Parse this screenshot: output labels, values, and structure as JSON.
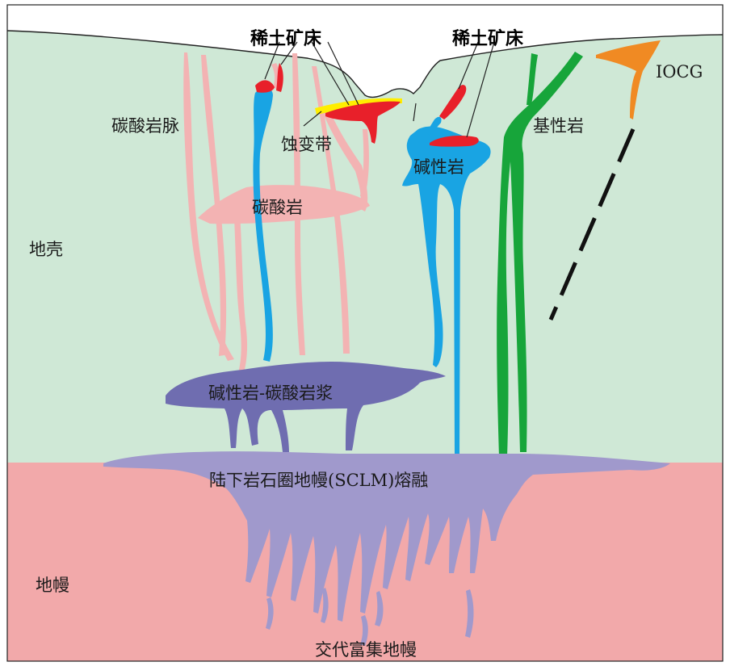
{
  "labels": {
    "carbonatite_vein": "碳酸岩脉",
    "crust": "地壳",
    "mantle": "地幔",
    "ree_deposit_left": "稀土矿床",
    "ree_deposit_right": "稀土矿床",
    "iocg": "IOCG",
    "alteration_zone": "蚀变带",
    "alkaline_rock": "碱性岩",
    "basic_rock": "基性岩",
    "carbonatite": "碳酸岩",
    "alkaline_carbonatite_magma": "碱性岩-碳酸岩浆",
    "sclm_melting": "陆下岩石圈地幔(SCLM)熔融",
    "metasomatized_mantle": "交代富集地幔"
  },
  "colors": {
    "crust": "#cfe8d6",
    "mantle": "#f2a9aa",
    "carbonatite": "#f3b3b3",
    "alkaline": "#19a4e3",
    "basic": "#17a53a",
    "ore": "#e8202a",
    "alteration": "#ffee00",
    "iocg": "#f08a23",
    "magma_chamber": "#6f6db0",
    "sclm_melt": "#a099cc",
    "fault": "#111111"
  }
}
